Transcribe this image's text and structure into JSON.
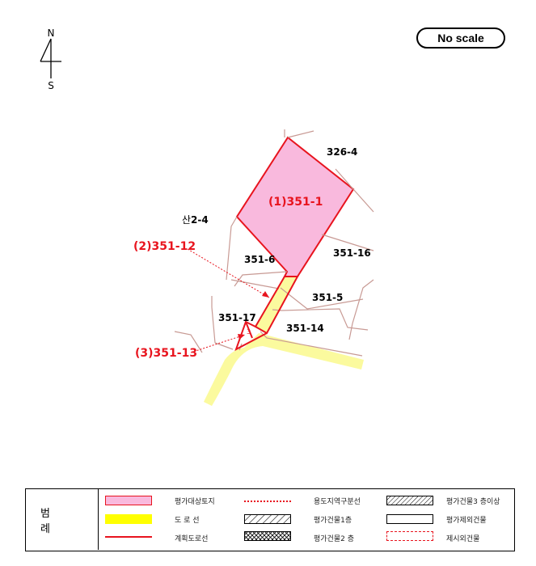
{
  "compass": {
    "north": "N",
    "south": "S"
  },
  "scale_label": "No scale",
  "parcels": {
    "p326_4": "326-4",
    "p351_1": "(1)351-1",
    "san2_4_prefix": "산",
    "san2_4_num": "2-4",
    "p351_12": "(2)351-12",
    "p351_6": "351-6",
    "p351_16": "351-16",
    "p351_5": "351-5",
    "p351_17": "351-17",
    "p351_14": "351-14",
    "p351_13": "(3)351-13",
    "small_marker": "3"
  },
  "colors": {
    "target_land": "#f9b9dd",
    "road": "#fbfa9e",
    "planned_road": "#e8141e",
    "parcel_line": "#c89a94",
    "label_red": "#e8141e"
  },
  "legend": {
    "title": "범 례",
    "items": {
      "target_land": "평가대상토지",
      "zoning_boundary": "용도지역구분선",
      "building_3f": "평가건물3 층이상",
      "road": "도 로 선",
      "building_1f": "평가건물1층",
      "excluded_building": "평가제외건물",
      "planned_road": "계획도로선",
      "building_2f": "평가건물2 층",
      "unlisted_building": "제시외건물"
    }
  }
}
